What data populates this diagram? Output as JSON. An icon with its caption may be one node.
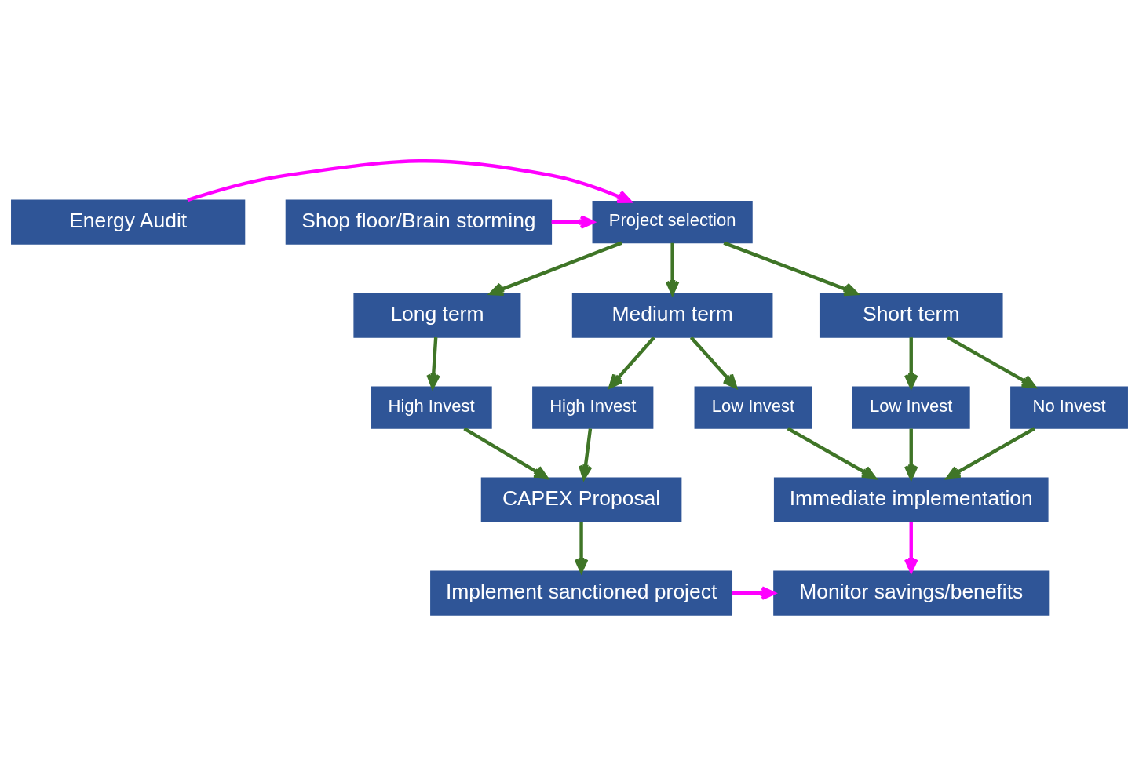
{
  "diagram": {
    "nodes": [
      {
        "text": [
          "Shop floor/Brain storming"
        ]
      },
      {
        "text": [
          "Project selection"
        ]
      },
      {
        "text": [
          "Energy Audit"
        ]
      },
      {
        "text": [
          "Short term"
        ]
      },
      {
        "text": [
          "Medium term"
        ]
      },
      {
        "text": [
          "Long term"
        ]
      },
      {
        "text": [
          "No Invest"
        ]
      },
      {
        "text": [
          "Low Invest"
        ]
      },
      {
        "text": [
          "Low Invest"
        ]
      },
      {
        "text": [
          "High Invest"
        ]
      },
      {
        "text": [
          "High Invest"
        ]
      },
      {
        "text": [
          "Immediate implementation"
        ]
      },
      {
        "text": [
          "CAPEX Proposal"
        ]
      },
      {
        "text": [
          "Monitor savings/benefits"
        ]
      },
      {
        "text": [
          "Implement sanctioned project"
        ]
      }
    ],
    "edges": [
      {
        "from": 0,
        "to": 1,
        "arrow": "to",
        "color": "#ff00ff"
      },
      {
        "from": 2,
        "to": 1,
        "arrow": "to",
        "color": "#ff00ff"
      },
      {
        "from": 1,
        "to": 3,
        "arrow": "to"
      },
      {
        "from": 1,
        "to": 4,
        "arrow": "to"
      },
      {
        "from": 1,
        "to": 5,
        "arrow": "to"
      },
      {
        "from": 3,
        "to": 6,
        "arrow": "to"
      },
      {
        "from": 3,
        "to": 7,
        "arrow": "to"
      },
      {
        "from": 4,
        "to": 8,
        "arrow": "to"
      },
      {
        "from": 4,
        "to": 9,
        "arrow": "to"
      },
      {
        "from": 5,
        "to": 10,
        "arrow": "to"
      },
      {
        "from": 6,
        "to": 11,
        "arrow": "to"
      },
      {
        "from": 7,
        "to": 11,
        "arrow": "to"
      },
      {
        "from": 8,
        "to": 11,
        "arrow": "to"
      },
      {
        "from": 9,
        "to": 12,
        "arrow": "to"
      },
      {
        "from": 10,
        "to": 12,
        "arrow": "to"
      },
      {
        "from": 11,
        "to": 13,
        "arrow": "to",
        "color": "#ff00ff"
      },
      {
        "from": 12,
        "to": 14,
        "arrow": "to"
      },
      {
        "from": 14,
        "to": 13,
        "arrow": "to",
        "color": "#ff00ff"
      }
    ]
  }
}
